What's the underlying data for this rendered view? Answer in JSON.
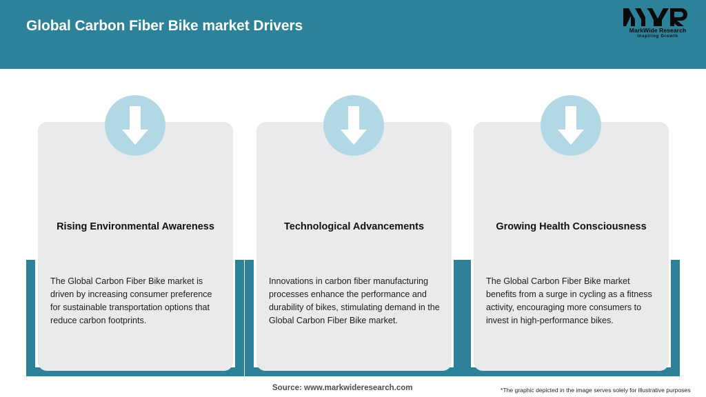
{
  "header": {
    "title": "Global Carbon Fiber Bike market Drivers",
    "background_color": "#2d8199",
    "title_color": "#ffffff"
  },
  "logo": {
    "mark": "MWR",
    "name": "MarkWide Research",
    "tagline": "Inspiring Growth"
  },
  "theme": {
    "accent": "#2d8199",
    "card_background": "#e8eaeb",
    "icon_circle": "#b2d8e6",
    "arrow": "#ffffff",
    "page_background": "#ffffff"
  },
  "cards": [
    {
      "icon": "arrow-down-icon",
      "title": "Rising Environmental Awareness",
      "body": "The Global Carbon Fiber Bike market is driven by increasing consumer preference for sustainable transportation options that reduce carbon footprints."
    },
    {
      "icon": "arrow-down-icon",
      "title": "Technological Advancements",
      "body": "Innovations in carbon fiber manufacturing processes enhance the performance and durability of bikes, stimulating demand in the Global Carbon Fiber Bike market."
    },
    {
      "icon": "arrow-down-icon",
      "title": "Growing Health Consciousness",
      "body": "The Global Carbon Fiber Bike market benefits from a surge in cycling as a fitness activity, encouraging more consumers to invest in high-performance bikes."
    }
  ],
  "footer": {
    "source": "Source: www.markwideresearch.com",
    "disclaimer": "*The graphic depicted in the image serves solely for illustrative purposes"
  }
}
